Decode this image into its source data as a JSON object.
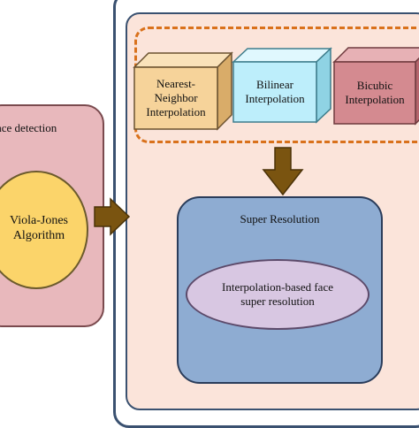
{
  "face_detection": {
    "title": "ace detection",
    "algorithm": "Viola-Jones\nAlgorithm"
  },
  "interpolation": {
    "nearest": "Nearest-\nNeighbor\nInterpolation",
    "bilinear": "Bilinear\nInterpolation",
    "bicubic": "Bicubic\nInterpolation"
  },
  "super_resolution": {
    "title": "Super Resolution",
    "method": "Interpolation-based face\nsuper resolution"
  },
  "colors": {
    "face_panel": "#e8b8bc",
    "viola_ellipse": "#fbd46a",
    "nearest_cube": "#f6d39a",
    "bilinear_cube": "#bdeefb",
    "bicubic_cube": "#d48a90",
    "inner_frame": "#fbe4da",
    "dashed_border": "#d9711b",
    "super_box": "#8eacd2",
    "interp_ellipse": "#d8c7e2",
    "arrow": "#7a5410"
  }
}
